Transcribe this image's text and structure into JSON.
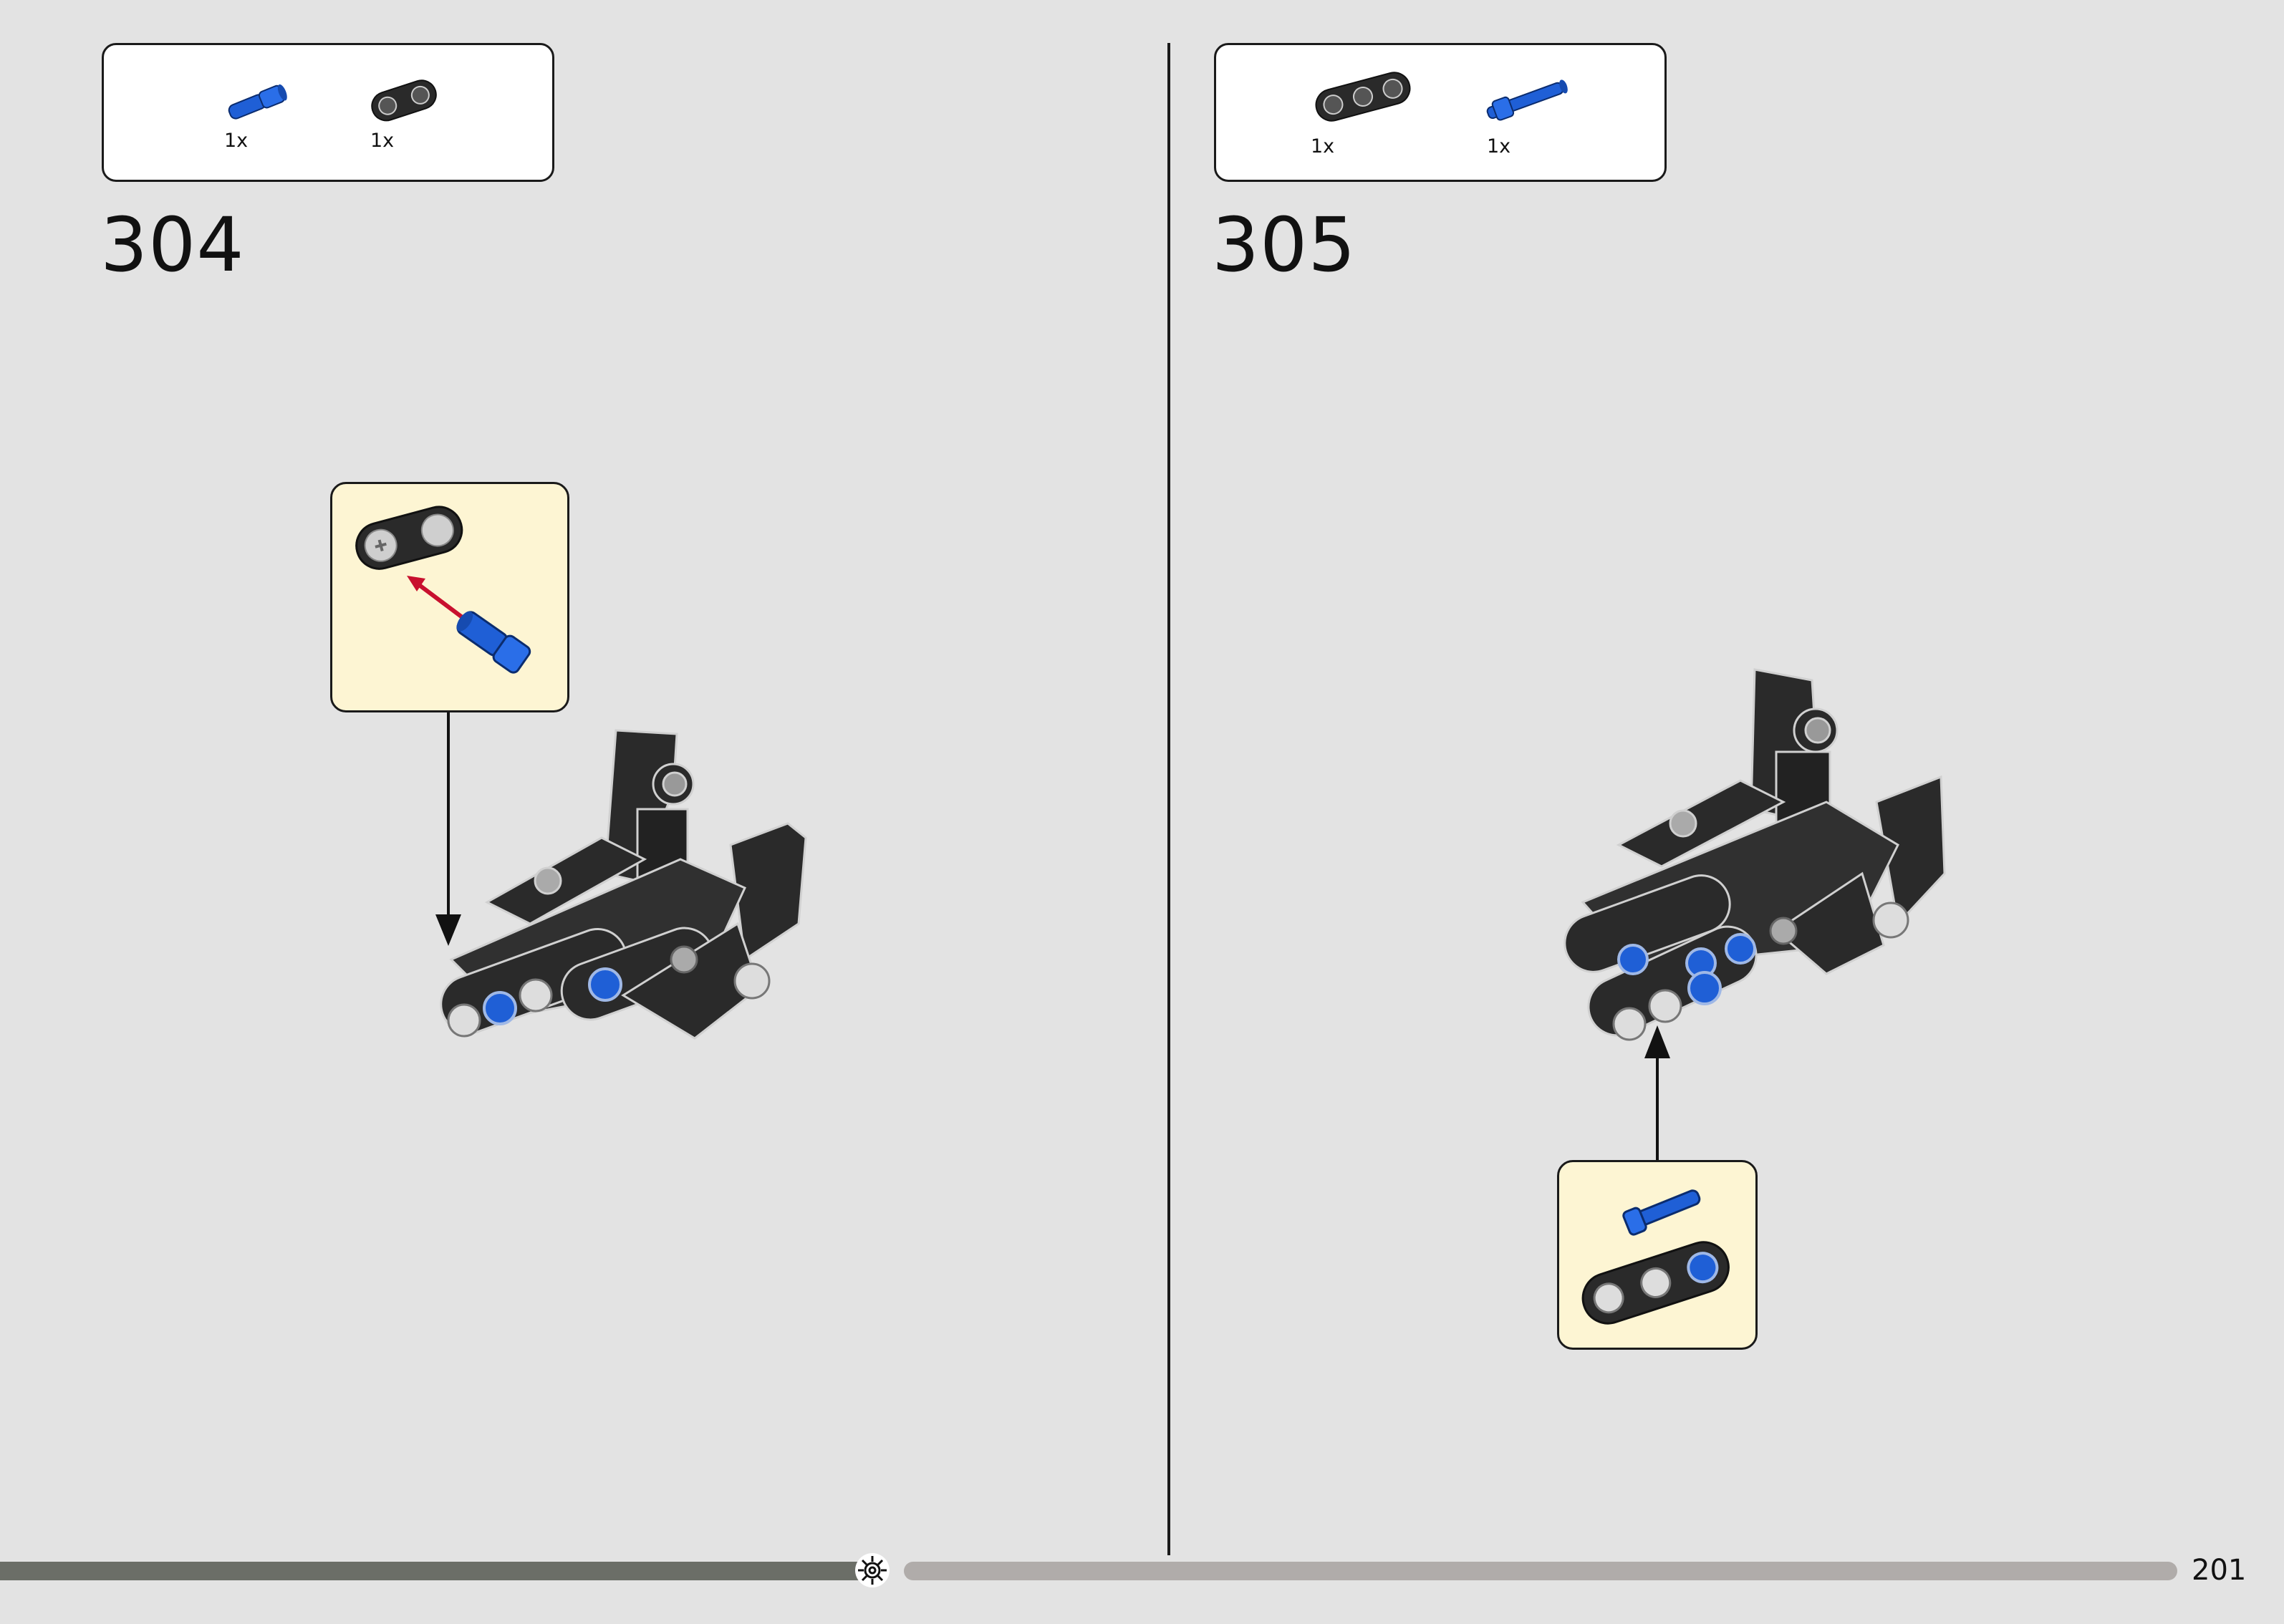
{
  "page": {
    "number": "201"
  },
  "steps": [
    {
      "number": "304",
      "parts": [
        {
          "icon": "blue-axle-pin-icon",
          "qty": "1x"
        },
        {
          "icon": "black-beam-2-icon",
          "qty": "1x"
        }
      ]
    },
    {
      "number": "305",
      "parts": [
        {
          "icon": "black-beam-3-icon",
          "qty": "1x"
        },
        {
          "icon": "blue-long-pin-icon",
          "qty": "1x"
        }
      ]
    }
  ],
  "progress": {
    "fraction": 0.4
  },
  "colors": {
    "background": "#e3e3e3",
    "callout": "#fdf5d3",
    "brick_black": "#2a2a2a",
    "brick_blue": "#1f5fd6",
    "arrow_red": "#c8102e"
  }
}
